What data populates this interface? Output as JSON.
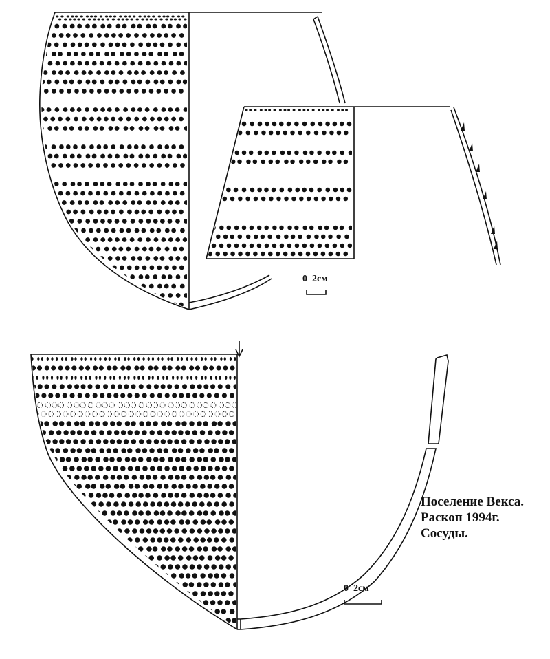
{
  "caption": {
    "line1": "Поселение Векса.",
    "line2": "Раскоп 1994г.",
    "line3": "Сосуды."
  },
  "scale_bars": [
    {
      "label_zero": "0",
      "label_length": "2см"
    },
    {
      "label_zero": "0",
      "label_length": "2см"
    }
  ],
  "colors": {
    "ink": "#111111",
    "paper": "#ffffff"
  }
}
